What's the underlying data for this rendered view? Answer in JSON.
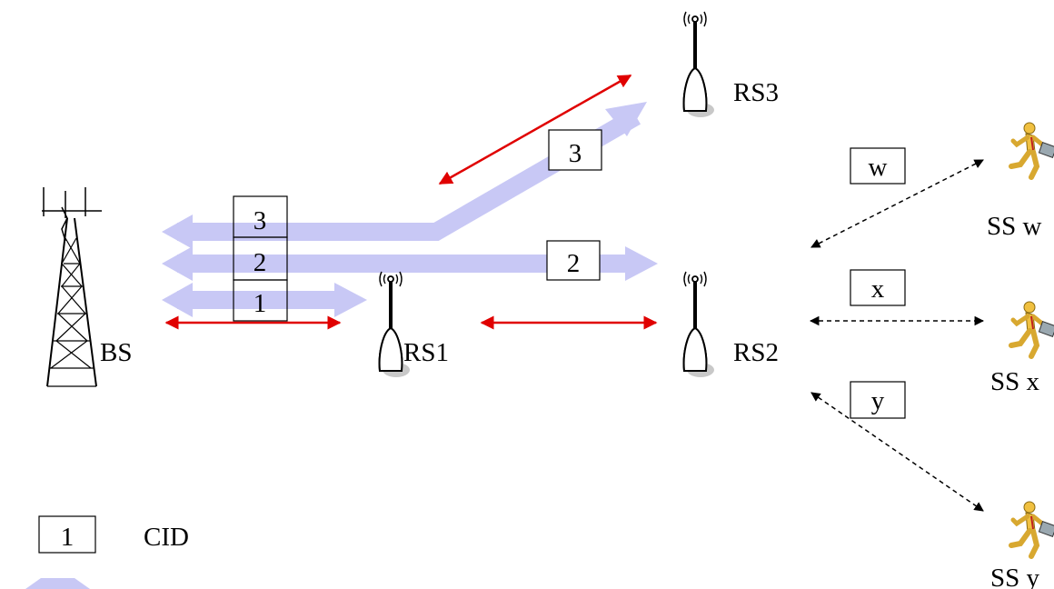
{
  "nodes": {
    "bs": "BS",
    "rs1": "RS1",
    "rs2": "RS2",
    "rs3": "RS3",
    "ss_w": "SS w",
    "ss_x": "SS x",
    "ss_y": "SS y"
  },
  "cid_stack": [
    "3",
    "2",
    "1"
  ],
  "cid_on_flows": {
    "to_rs3": "3",
    "to_rs2": "2"
  },
  "ss_link_labels": {
    "w": "w",
    "x": "x",
    "y": "y"
  },
  "legend": {
    "box_value": "1",
    "box_text": "CID"
  },
  "colors": {
    "flow": "#c8c8f5",
    "link": "#e00000",
    "dashed": "#000000",
    "person": "#f0c040"
  }
}
